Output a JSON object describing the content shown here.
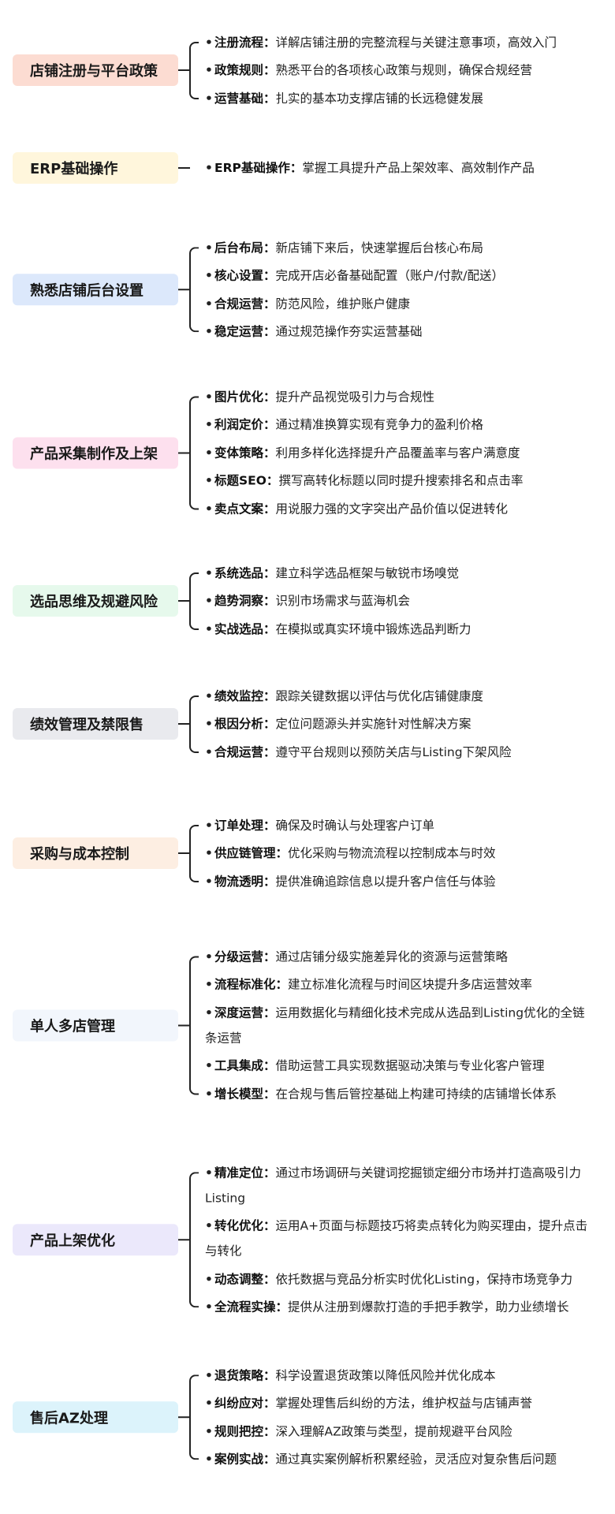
{
  "sections": [
    {
      "title": "店铺注册与平台政策",
      "color": "#fcdcd2",
      "items": [
        {
          "label": "注册流程：",
          "text": "详解店铺注册的完整流程与关键注意事项，高效入门"
        },
        {
          "label": "政策规则：",
          "text": "熟悉平台的各项核心政策与规则，确保合规经营"
        },
        {
          "label": "运营基础：",
          "text": "扎实的基本功支撑店铺的长远稳健发展"
        }
      ]
    },
    {
      "title": "ERP基础操作",
      "color": "#fff6dc",
      "items": [
        {
          "label": "ERP基础操作：",
          "text": "掌握工具提升产品上架效率、高效制作产品"
        }
      ]
    },
    {
      "title": "熟悉店铺后台设置",
      "color": "#dce8fb",
      "items": [
        {
          "label": "后台布局：",
          "text": "新店铺下来后，快速掌握后台核心布局"
        },
        {
          "label": "核心设置：",
          "text": "完成开店必备基础配置（账户/付款/配送）"
        },
        {
          "label": "合规运营：",
          "text": "防范风险，维护账户健康"
        },
        {
          "label": "稳定运营：",
          "text": "通过规范操作夯实运营基础"
        }
      ]
    },
    {
      "title": "产品采集制作及上架",
      "color": "#fde0ee",
      "items": [
        {
          "label": "图片优化：",
          "text": "提升产品视觉吸引力与合规性"
        },
        {
          "label": "利润定价：",
          "text": "通过精准换算实现有竞争力的盈利价格"
        },
        {
          "label": "变体策略：",
          "text": "利用多样化选择提升产品覆盖率与客户满意度"
        },
        {
          "label": "标题SEO：",
          "text": "撰写高转化标题以同时提升搜索排名和点击率"
        },
        {
          "label": "卖点文案：",
          "text": "用说服力强的文字突出产品价值以促进转化"
        }
      ]
    },
    {
      "title": "选品思维及规避风险",
      "color": "#e6f9ec",
      "items": [
        {
          "label": "系统选品：",
          "text": "建立科学选品框架与敏锐市场嗅觉"
        },
        {
          "label": "趋势洞察：",
          "text": "识别市场需求与蓝海机会"
        },
        {
          "label": "实战选品：",
          "text": "在模拟或真实环境中锻炼选品判断力"
        }
      ]
    },
    {
      "title": "绩效管理及禁限售",
      "color": "#e9eaee",
      "items": [
        {
          "label": "绩效监控：",
          "text": "跟踪关键数据以评估与优化店铺健康度"
        },
        {
          "label": "根因分析：",
          "text": "定位问题源头并实施针对性解决方案"
        },
        {
          "label": "合规运营：",
          "text": "遵守平台规则以预防关店与Listing下架风险"
        }
      ]
    },
    {
      "title": "采购与成本控制",
      "color": "#fdeee2",
      "items": [
        {
          "label": "订单处理：",
          "text": "确保及时确认与处理客户订单"
        },
        {
          "label": "供应链管理：",
          "text": "优化采购与物流流程以控制成本与时效"
        },
        {
          "label": "物流透明：",
          "text": "提供准确追踪信息以提升客户信任与体验"
        }
      ]
    },
    {
      "title": "单人多店管理",
      "color": "#f2f6fc",
      "items": [
        {
          "label": "分级运营：",
          "text": "通过店铺分级实施差异化的资源与运营策略"
        },
        {
          "label": "流程标准化：",
          "text": "建立标准化流程与时间区块提升多店运营效率"
        },
        {
          "label": "深度运营：",
          "text": "运用数据化与精细化技术完成从选品到Listing优化的全链",
          "text_wrap": "条运营"
        },
        {
          "label": "工具集成：",
          "text": "借助运营工具实现数据驱动决策与专业化客户管理"
        },
        {
          "label": "增长模型：",
          "text": "在合规与售后管控基础上构建可持续的店铺增长体系"
        }
      ]
    },
    {
      "title": "产品上架优化",
      "color": "#ebe8fb",
      "items": [
        {
          "label": "精准定位：",
          "text": "通过市场调研与关键词挖掘锁定细分市场并打造高吸引力",
          "text_wrap": "Listing"
        },
        {
          "label": "转化优化：",
          "text": "运用A+页面与标题技巧将卖点转化为购买理由，提升点击",
          "text_wrap": "与转化"
        },
        {
          "label": "动态调整：",
          "text": "依托数据与竞品分析实时优化Listing，保持市场竞争力"
        },
        {
          "label": "全流程实操：",
          "text": "提供从注册到爆款打造的手把手教学，助力业绩增长"
        }
      ]
    },
    {
      "title": "售后AZ处理",
      "color": "#dcf3fb",
      "items": [
        {
          "label": "退货策略：",
          "text": "科学设置退货政策以降低风险并优化成本"
        },
        {
          "label": "纠纷应对：",
          "text": "掌握处理售后纠纷的方法，维护权益与店铺声誉"
        },
        {
          "label": "规则把控：",
          "text": "深入理解AZ政策与类型，提前规避平台风险"
        },
        {
          "label": "案例实战：",
          "text": "通过真实案例解析积累经验，灵活应对复杂售后问题"
        }
      ]
    }
  ]
}
